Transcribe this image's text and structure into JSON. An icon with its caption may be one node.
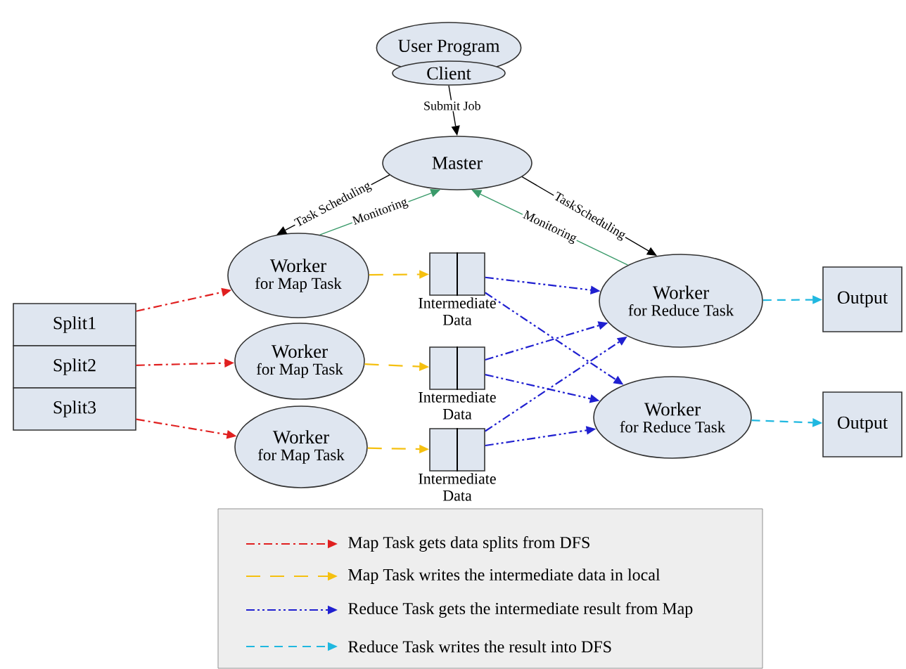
{
  "diagram": {
    "nodes": [
      {
        "text": [
          "User Program"
        ]
      },
      {
        "text": [
          "Client"
        ]
      },
      {
        "text": [
          "Master"
        ]
      },
      {
        "text": [
          "Worker",
          "for Map Task"
        ]
      },
      {
        "text": [
          "Worker",
          "for Map Task"
        ]
      },
      {
        "text": [
          "Worker",
          "for Map Task"
        ]
      },
      {
        "text": [
          "Split1"
        ]
      },
      {
        "text": [
          "Split2"
        ]
      },
      {
        "text": [
          "Split3"
        ]
      },
      {
        "text": [],
        "shape": "box",
        "beside": [
          "Intermediate Data"
        ]
      },
      {
        "text": [],
        "shape": "box",
        "beside": [
          "Intermediate Data"
        ]
      },
      {
        "text": [],
        "shape": "box",
        "beside": [
          "Intermediate Data"
        ]
      },
      {
        "text": [
          "Worker",
          "for Reduce Task"
        ]
      },
      {
        "text": [
          "Worker",
          "for Reduce Task"
        ]
      },
      {
        "text": [
          "Output"
        ]
      },
      {
        "text": [
          "Output"
        ]
      }
    ],
    "edges": [
      {
        "from": 1,
        "to": 2,
        "arrow": "to",
        "label": "Submit Job",
        "color": "#000000"
      },
      {
        "from": 2,
        "to": 3,
        "arrow": "to",
        "label": "Task Scheduling",
        "color": "#000000"
      },
      {
        "from": 3,
        "to": 2,
        "arrow": "to",
        "label": "Monitoring",
        "color": "#3a9a6a"
      },
      {
        "from": 2,
        "to": 12,
        "arrow": "to",
        "label": "TaskScheduling",
        "color": "#000000"
      },
      {
        "from": 12,
        "to": 2,
        "arrow": "to",
        "label": "Monitoring",
        "color": "#3a9a6a"
      },
      {
        "from": 6,
        "to": 3,
        "arrow": "to",
        "style": "dashed",
        "color": "#e02020"
      },
      {
        "from": 7,
        "to": 4,
        "arrow": "to",
        "style": "dashed",
        "color": "#e02020"
      },
      {
        "from": 8,
        "to": 5,
        "arrow": "to",
        "style": "dashed",
        "color": "#e02020"
      },
      {
        "from": 3,
        "to": 9,
        "arrow": "to",
        "style": "dashed",
        "color": "#f5c010"
      },
      {
        "from": 4,
        "to": 10,
        "arrow": "to",
        "style": "dashed",
        "color": "#f5c010"
      },
      {
        "from": 5,
        "to": 11,
        "arrow": "to",
        "style": "dashed",
        "color": "#f5c010"
      },
      {
        "from": 9,
        "to": 12,
        "arrow": "to",
        "style": "dashed",
        "color": "#2020d0"
      },
      {
        "from": 9,
        "to": 13,
        "arrow": "to",
        "style": "dashed",
        "color": "#2020d0"
      },
      {
        "from": 10,
        "to": 12,
        "arrow": "to",
        "style": "dashed",
        "color": "#2020d0"
      },
      {
        "from": 10,
        "to": 13,
        "arrow": "to",
        "style": "dashed",
        "color": "#2020d0"
      },
      {
        "from": 11,
        "to": 12,
        "arrow": "to",
        "style": "dashed",
        "color": "#2020d0"
      },
      {
        "from": 11,
        "to": 13,
        "arrow": "to",
        "style": "dashed",
        "color": "#2020d0"
      },
      {
        "from": 12,
        "to": 14,
        "arrow": "to",
        "style": "dashed",
        "color": "#20b8e0"
      },
      {
        "from": 13,
        "to": 15,
        "arrow": "to",
        "style": "dashed",
        "color": "#20b8e0"
      }
    ],
    "legend": [
      {
        "text": "Map Task gets data splits from DFS"
      },
      {
        "text": "Map Task writes the intermediate data in local"
      },
      {
        "text": "Reduce Task gets the intermediate result from Map"
      },
      {
        "text": "Reduce Task writes the result into DFS"
      }
    ]
  }
}
